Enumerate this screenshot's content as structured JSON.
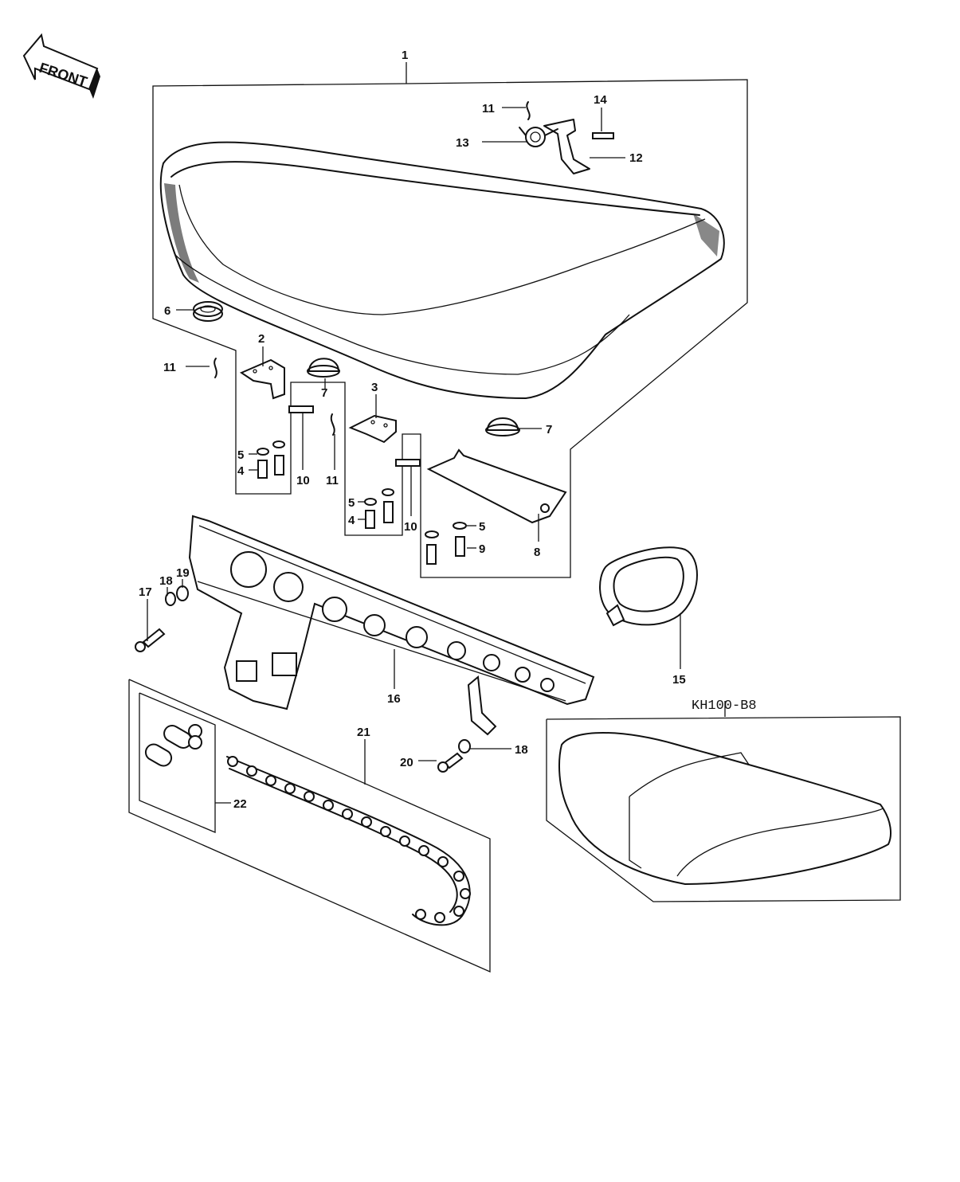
{
  "orientation": {
    "label": "FRONT",
    "icon": "front-arrow-icon"
  },
  "model_label": "KH100-B8",
  "callouts": [
    {
      "number": "1"
    },
    {
      "number": "2"
    },
    {
      "number": "3"
    },
    {
      "number": "4"
    },
    {
      "number": "4"
    },
    {
      "number": "5"
    },
    {
      "number": "5"
    },
    {
      "number": "5"
    },
    {
      "number": "6"
    },
    {
      "number": "7"
    },
    {
      "number": "7"
    },
    {
      "number": "8"
    },
    {
      "number": "9"
    },
    {
      "number": "10"
    },
    {
      "number": "10"
    },
    {
      "number": "11"
    },
    {
      "number": "11"
    },
    {
      "number": "11"
    },
    {
      "number": "12"
    },
    {
      "number": "13"
    },
    {
      "number": "14"
    },
    {
      "number": "15"
    },
    {
      "number": "16"
    },
    {
      "number": "17"
    },
    {
      "number": "18"
    },
    {
      "number": "18"
    },
    {
      "number": "19"
    },
    {
      "number": "20"
    },
    {
      "number": "21"
    },
    {
      "number": "22"
    }
  ]
}
